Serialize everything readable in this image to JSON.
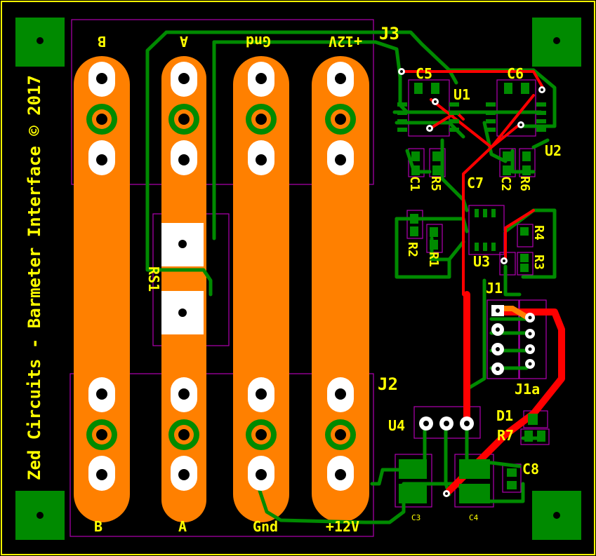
{
  "colors": {
    "background": "#000000",
    "outline": "#ffff00",
    "copper_top": "#ff0000",
    "copper_bottom": "#008a00",
    "pour": "#ff8000",
    "pad": "#ffffff",
    "silk": "#ffff00",
    "courtyard": "#b000b0"
  },
  "board": {
    "vertical_text": "Zed Circuits - Barmeter Interface © 2017"
  },
  "connectors": {
    "j3": {
      "ref": "J3",
      "labels": [
        "B",
        "A",
        "Gnd",
        "+12V"
      ]
    },
    "j2": {
      "ref": "J2",
      "labels": [
        "B",
        "A",
        "Gnd",
        "+12V"
      ]
    },
    "j1": {
      "ref": "J1"
    },
    "j1a": {
      "ref": "J1a"
    }
  },
  "components": {
    "rs1": "RS1",
    "u1": "U1",
    "u2": "U2",
    "u3": "U3",
    "u4": "U4",
    "c1": "C1",
    "c2": "C2",
    "c3": "C3",
    "c4": "C4",
    "c5": "C5",
    "c6": "C6",
    "c7": "C7",
    "c8": "C8",
    "r1": "R1",
    "r2": "R2",
    "r3": "R3",
    "r4": "R4",
    "r5": "R5",
    "r6": "R6",
    "r7": "R7",
    "d1": "D1"
  }
}
